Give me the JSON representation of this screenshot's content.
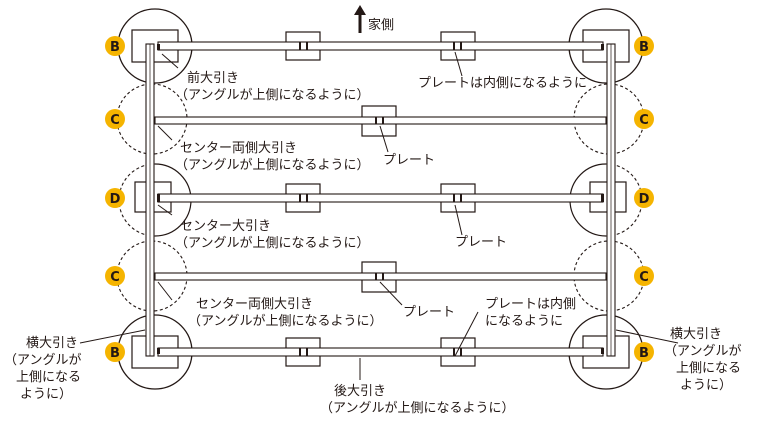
{
  "direction": {
    "arrow_label": "家側"
  },
  "labels": {
    "front_beam": "前大引き",
    "front_beam_note": "（アングルが上側になるように）",
    "plate_inner_top": "プレートは内側になるように",
    "center_both1": "センター両側大引き",
    "center_both1_note": "（アングルが上側になるように）",
    "plate1": "プレート",
    "center_beam": "センター大引き",
    "center_beam_note": "（アングルが上側になるように）",
    "plate2": "プレート",
    "center_both2": "センター両側大引き",
    "center_both2_note": "（アングルが上側になるように）",
    "plate3": "プレート",
    "plate_inner_bottom_1": "プレートは内側",
    "plate_inner_bottom_2": "になるように",
    "side_left_1": "横大引き",
    "side_left_2": "（アングルが",
    "side_left_3": "上側になる",
    "side_left_4": "ように）",
    "side_right_1": "横大引き",
    "side_right_2": "（アングルが",
    "side_right_3": "上側になる",
    "side_right_4": "ように）",
    "rear_beam": "後大引き",
    "rear_beam_note": "（アングルが上側になるように）"
  },
  "badges": {
    "b_top_left": "B",
    "b_top_right": "B",
    "c_row2_left": "C",
    "c_row2_right": "C",
    "d_row3_left": "D",
    "d_row3_right": "D",
    "c_row4_left": "C",
    "c_row4_right": "C",
    "b_bottom_left": "B",
    "b_bottom_right": "B"
  },
  "colors": {
    "badge_fill": "#f5b400",
    "line": "#231815",
    "background": "#ffffff"
  }
}
